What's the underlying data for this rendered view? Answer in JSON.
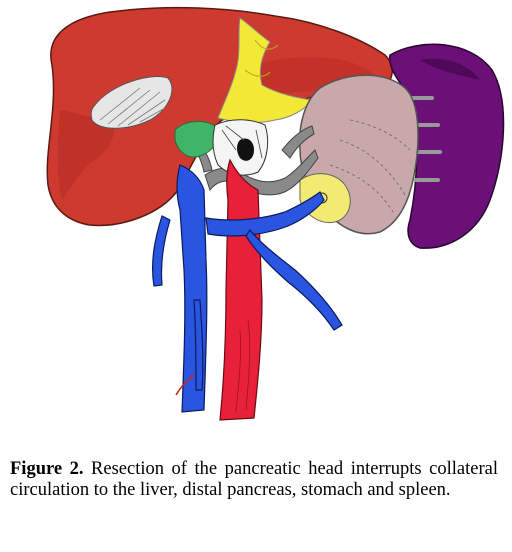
{
  "figure": {
    "illustration_alt": "Schematic of liver, pancreas remnant, stomach and spleen after pancreatic head resection",
    "colors": {
      "liver": "#cf3a30",
      "liver_shadow": "#b42a22",
      "gallbladder_area": "#e6e6e6",
      "bile_duct": "#f2e836",
      "stomach": "#c8a8a8",
      "spleen": "#6a1076",
      "spleen_dark": "#4a0854",
      "pancreas_tail": "#f3ea72",
      "portal_vein": "#2a55e0",
      "aorta": "#e8203a",
      "green_tissue": "#3fb56a",
      "grey_vessels": "#8a8a8a"
    },
    "caption": {
      "label": "Figure 2.",
      "text": " Resection of the pancreatic head interrupts collateral circulation to the liver, distal pancreas, stomach and spleen."
    }
  }
}
